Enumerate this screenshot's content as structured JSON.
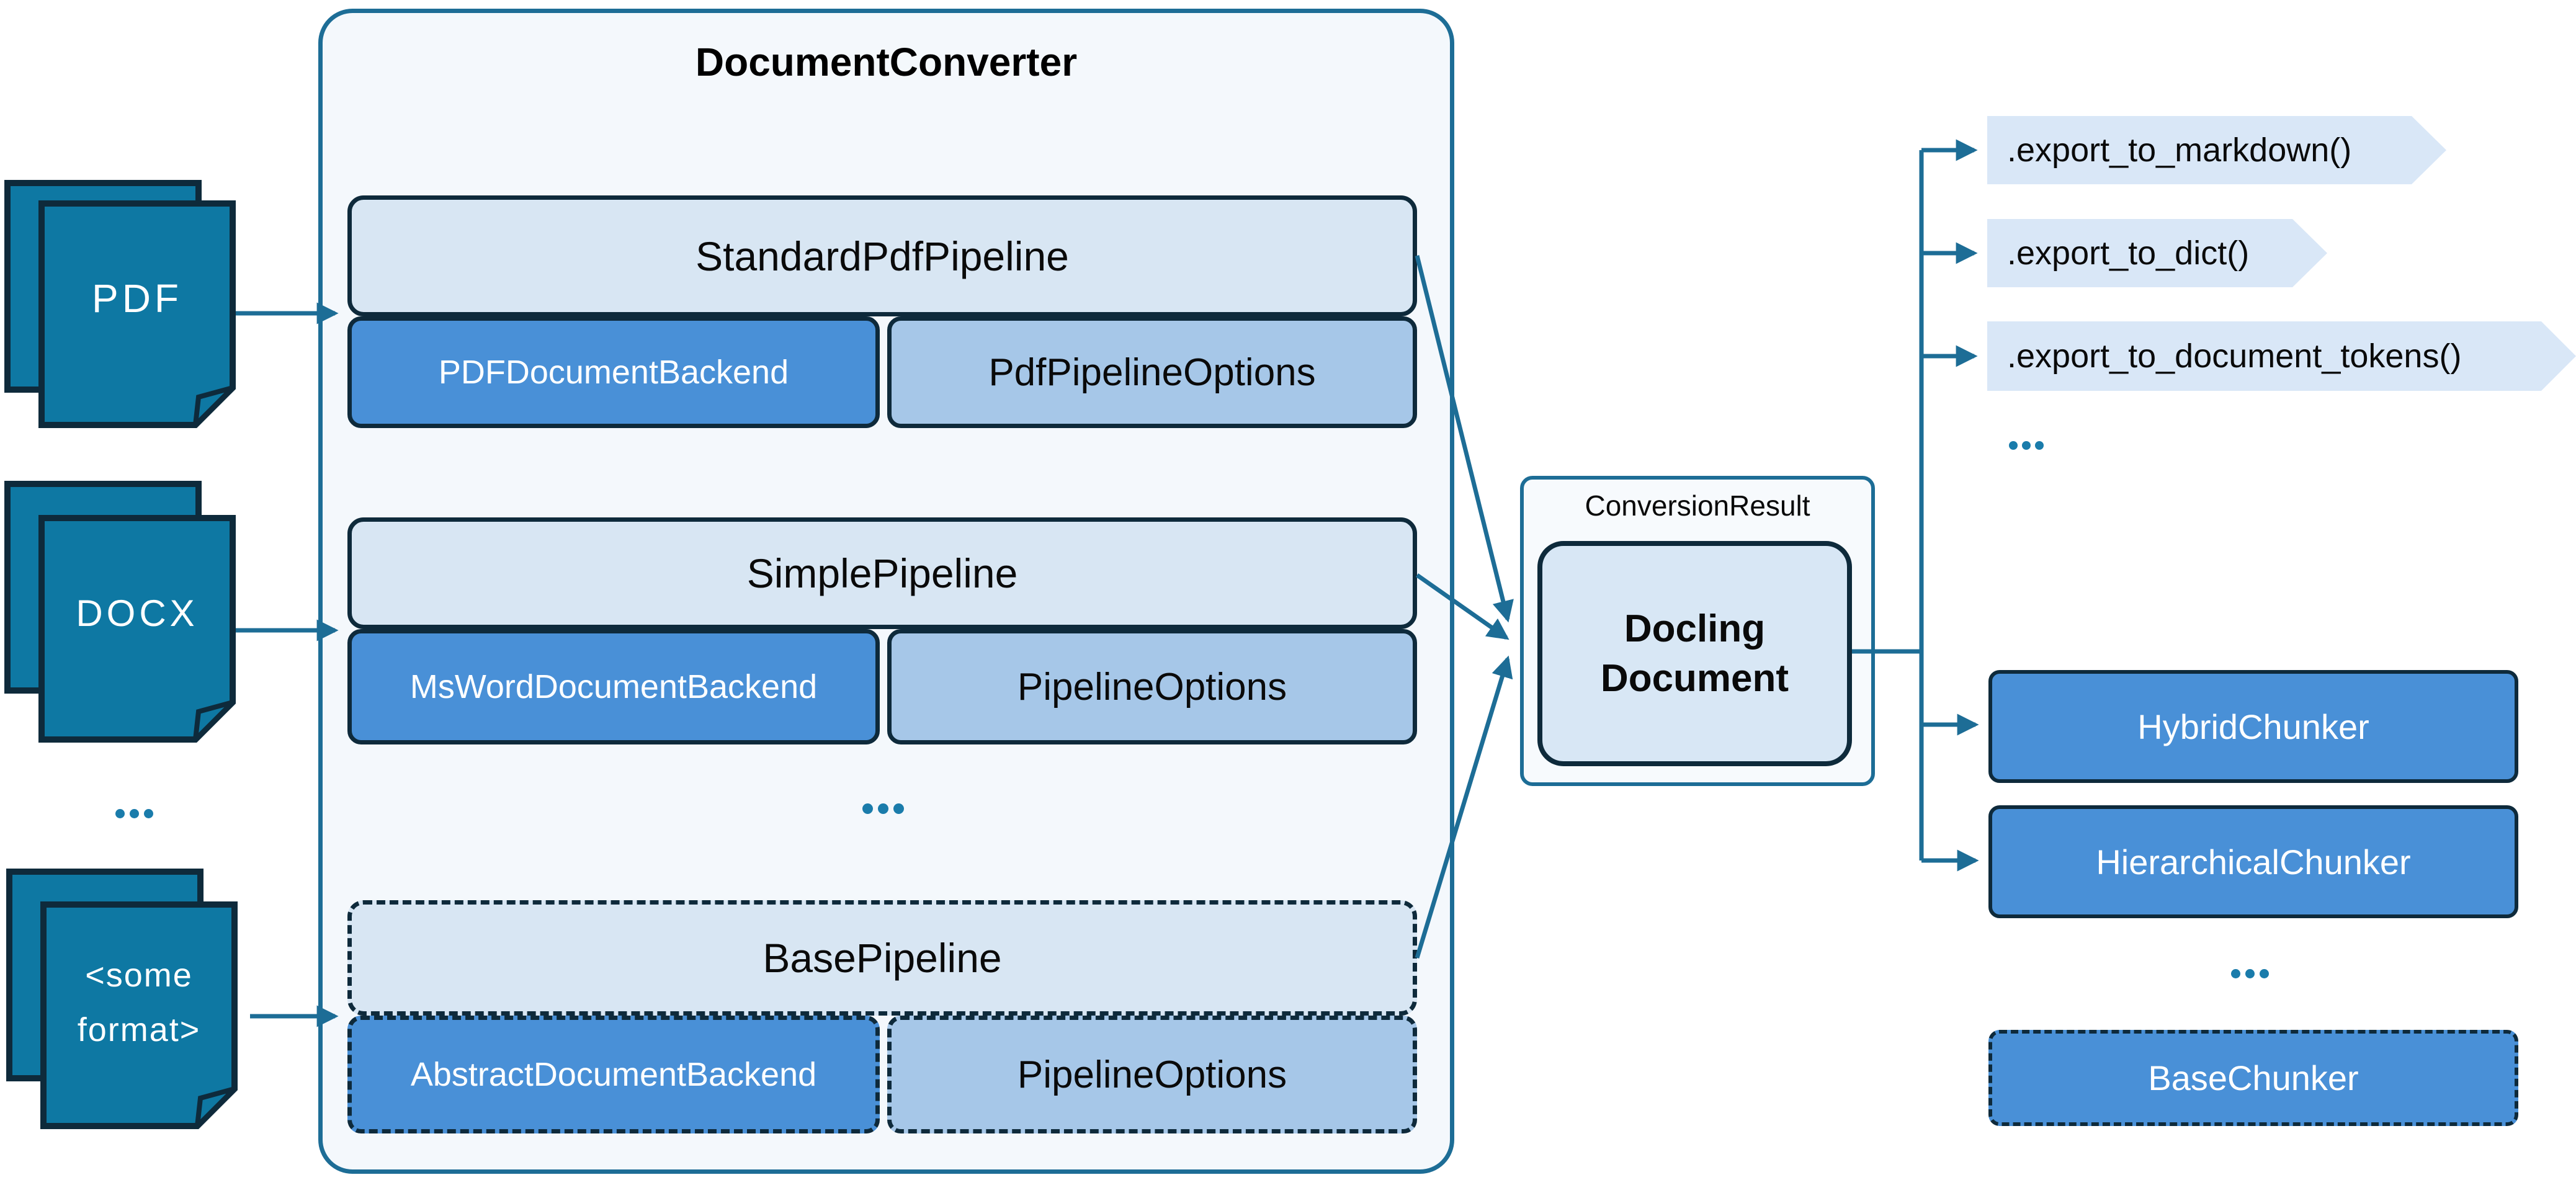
{
  "colors": {
    "line_teal": "#1d6d96",
    "document_fill": "#0e78a3",
    "dark_border": "#0e2a3b",
    "pipeline_fill": "#d8e6f3",
    "backend_fill": "#4990d7",
    "options_fill": "#a6c7e8",
    "converter_fill": "#f4f8fc",
    "result_fill": "#f7fafd",
    "docling_fill": "#d8e7f5",
    "banner_fill": "#d9e7f7",
    "dots": "#1a7cab"
  },
  "inputs": {
    "items": [
      {
        "label": "PDF"
      },
      {
        "label": "DOCX"
      },
      {
        "label": "<some format>"
      }
    ],
    "ellipsis": "..."
  },
  "converter": {
    "title": "DocumentConverter",
    "groups": [
      {
        "pipeline": "StandardPdfPipeline",
        "backend": "PDFDocumentBackend",
        "options": "PdfPipelineOptions",
        "style": "solid"
      },
      {
        "pipeline": "SimplePipeline",
        "backend": "MsWordDocumentBackend",
        "options": "PipelineOptions",
        "style": "solid"
      },
      {
        "pipeline": "BasePipeline",
        "backend": "AbstractDocumentBackend",
        "options": "PipelineOptions",
        "style": "dashed"
      }
    ],
    "ellipsis": "..."
  },
  "result": {
    "label": "ConversionResult",
    "document": "Docling\nDocument"
  },
  "exports": {
    "items": [
      ".export_to_markdown()",
      ".export_to_dict()",
      ".export_to_document_tokens()"
    ],
    "ellipsis": "..."
  },
  "chunkers": {
    "items": [
      {
        "label": "HybridChunker",
        "style": "solid"
      },
      {
        "label": "HierarchicalChunker",
        "style": "solid"
      },
      {
        "label": "BaseChunker",
        "style": "dashed"
      }
    ],
    "ellipsis": "..."
  }
}
